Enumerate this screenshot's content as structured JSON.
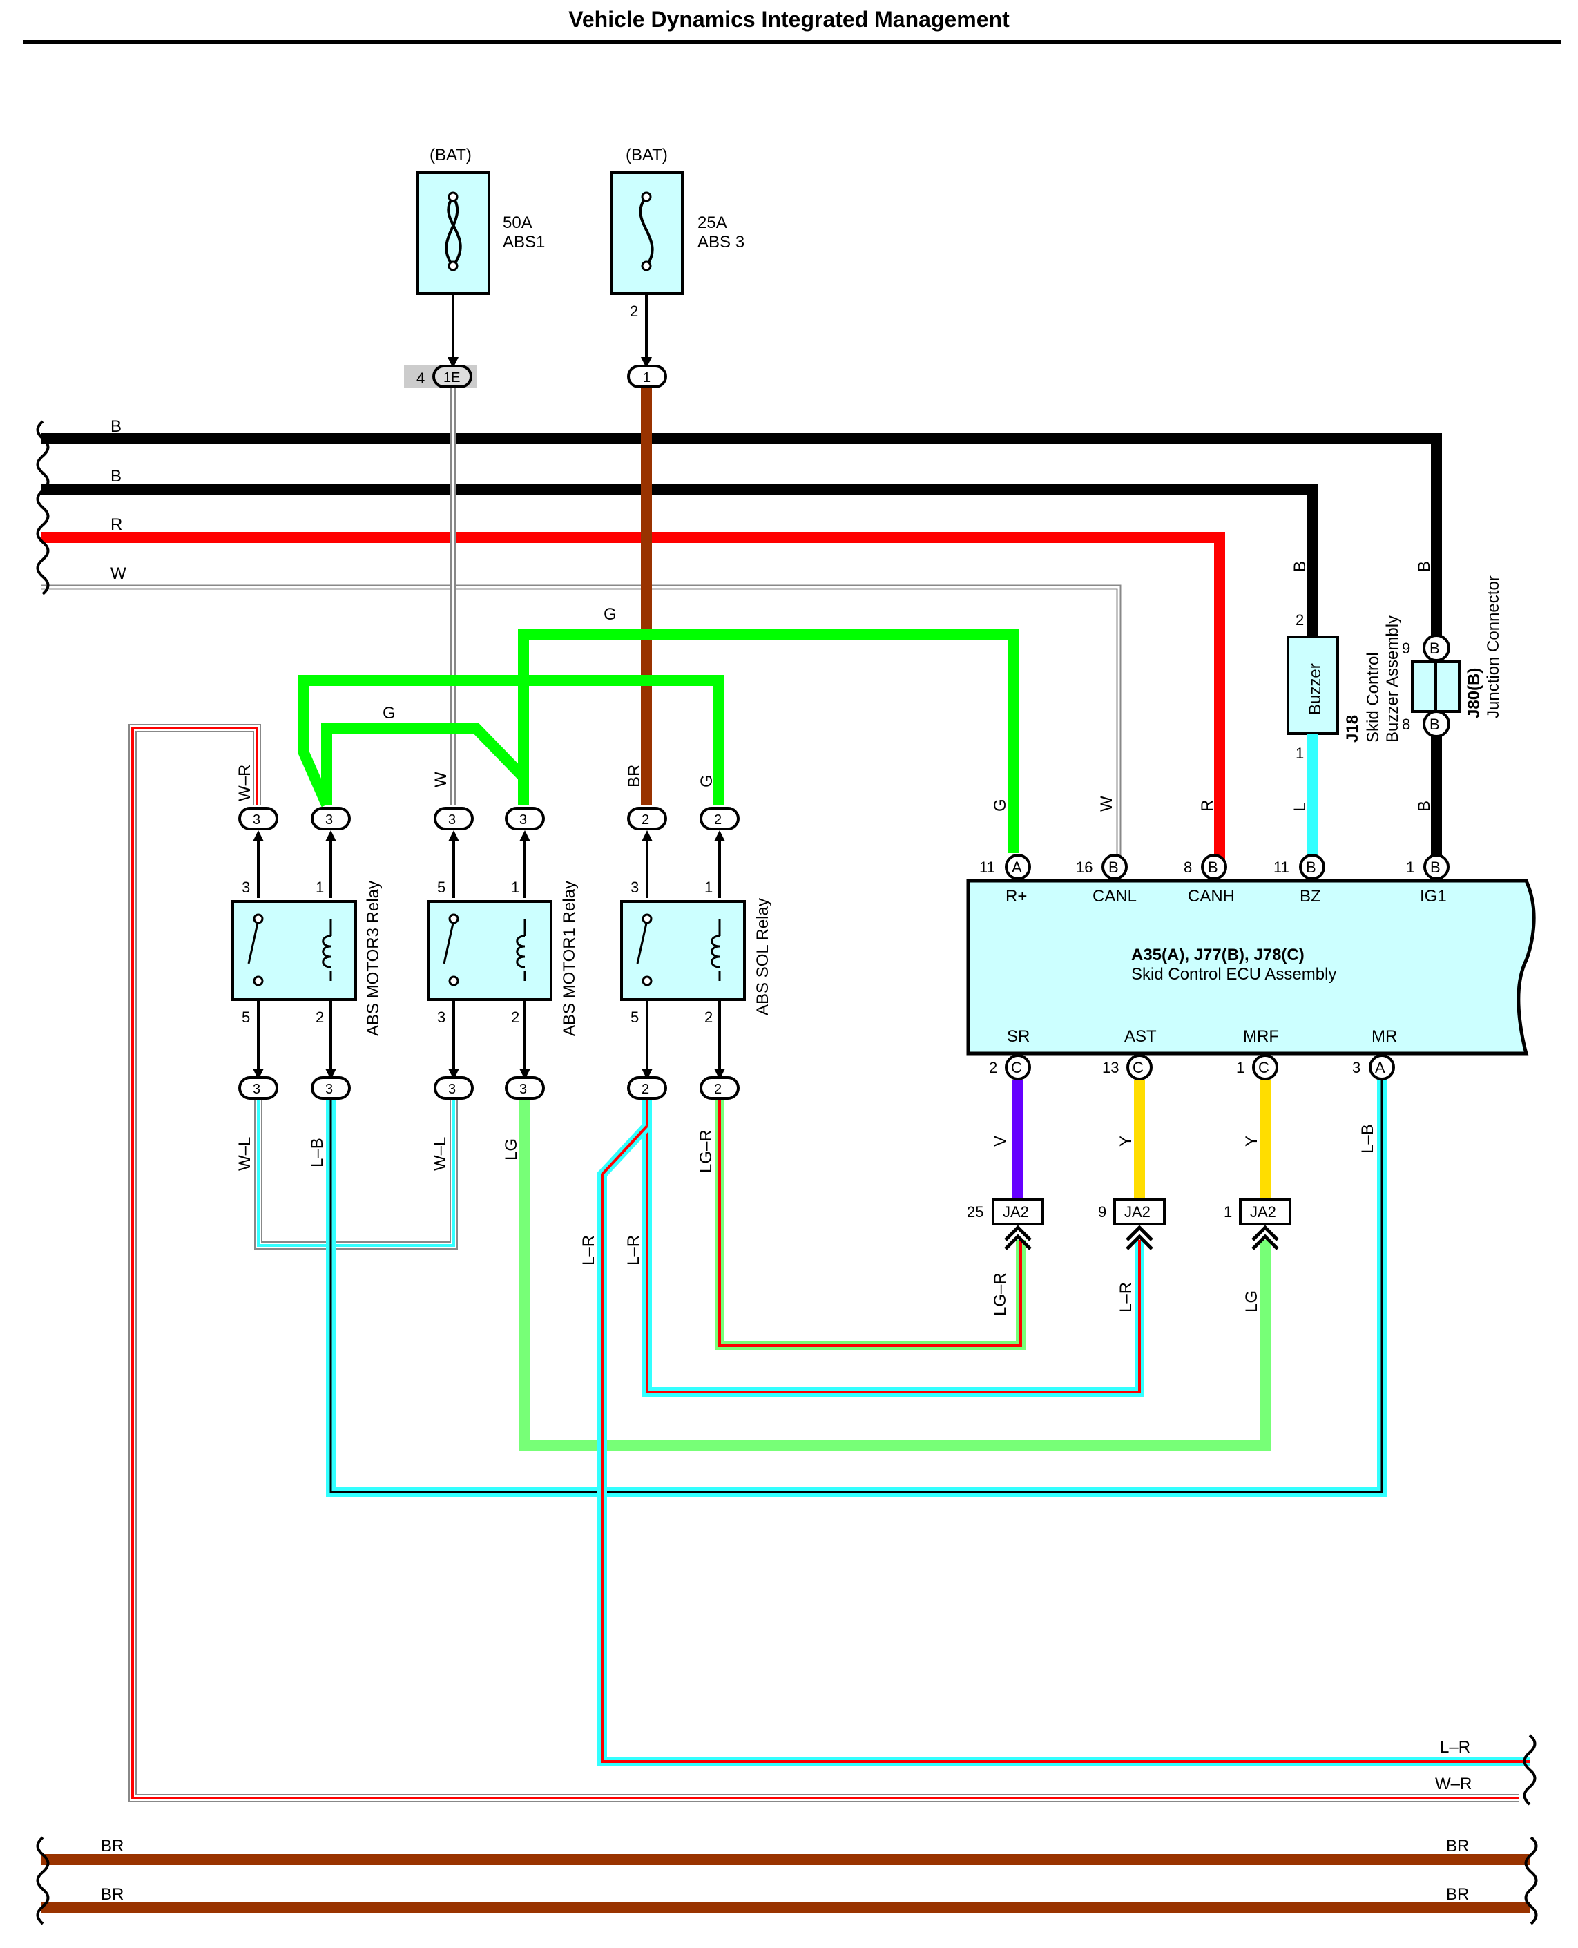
{
  "title": "Vehicle Dynamics Integrated Management",
  "colors": {
    "B": "#000000",
    "R": "#ff0000",
    "W": "#ffffff",
    "G": "#00ff00",
    "BR": "#993300",
    "L": "#33ffff",
    "V": "#6600ff",
    "Y": "#ffdd00",
    "LG": "#77ff77",
    "component_fill": "#ccffff",
    "connector_gray": "#cccccc"
  },
  "fuses": [
    {
      "id": "abs1",
      "source": "(BAT)",
      "amp": "50A",
      "name": "ABS1",
      "pin_out": ""
    },
    {
      "id": "abs3",
      "source": "(BAT)",
      "amp": "25A",
      "name": "ABS 3",
      "pin_out": "2"
    }
  ],
  "junction_1E": {
    "pin": "4",
    "label": "1E"
  },
  "junction_1": {
    "label": "1"
  },
  "left_buses": [
    {
      "label": "B",
      "color": "B"
    },
    {
      "label": "B",
      "color": "B"
    },
    {
      "label": "R",
      "color": "R"
    },
    {
      "label": "W",
      "color": "W"
    }
  ],
  "wire_labels": {
    "g_top": "G",
    "g_mid": "G",
    "wr": "W–R",
    "w": "W",
    "br": "BR",
    "g": "G",
    "ecu_g": "G",
    "ecu_w": "W",
    "ecu_r": "R",
    "ecu_l": "L",
    "ecu_b": "B",
    "bz_b": "B",
    "j80_b": "B",
    "wl1": "W–L",
    "lb": "L–B",
    "wl2": "W–L",
    "lg": "LG",
    "lr1": "L–R",
    "lr2": "L–R",
    "lgr": "LG–R",
    "v": "V",
    "y1": "Y",
    "y2": "Y",
    "lb_mr": "L–B",
    "ja2_lgr": "LG–R",
    "ja2_lr": "L–R",
    "ja2_lg": "LG"
  },
  "relays": [
    {
      "id": "motor3",
      "name": "ABS MOTOR3 Relay",
      "pins": [
        "3",
        "1",
        "5",
        "2"
      ],
      "conn_top": [
        "3",
        "3"
      ],
      "conn_bot": [
        "3",
        "3"
      ]
    },
    {
      "id": "motor1",
      "name": "ABS MOTOR1 Relay",
      "pins": [
        "5",
        "1",
        "3",
        "2"
      ],
      "conn_top": [
        "3",
        "3"
      ],
      "conn_bot": [
        "3",
        "3"
      ]
    },
    {
      "id": "sol",
      "name": "ABS SOL Relay",
      "pins": [
        "3",
        "1",
        "5",
        "2"
      ],
      "conn_top": [
        "2",
        "2"
      ],
      "conn_bot": [
        "2",
        "2"
      ]
    }
  ],
  "buzzer": {
    "label": "Buzzer",
    "id": "J18",
    "name1": "Skid Control",
    "name2": "Buzzer Assembly",
    "pin_top": "2",
    "pin_bot": "1"
  },
  "junction_connector": {
    "id": "J80(B)",
    "name": "Junction Connector",
    "pin_top": "9",
    "pin_bot": "8",
    "conn": "B"
  },
  "ecu": {
    "title": "A35(A), J77(B), J78(C)",
    "name": "Skid Control ECU Assembly",
    "top_pins": [
      {
        "num": "11",
        "conn": "A",
        "label": "R+"
      },
      {
        "num": "16",
        "conn": "B",
        "label": "CANL"
      },
      {
        "num": "8",
        "conn": "B",
        "label": "CANH"
      },
      {
        "num": "11",
        "conn": "B",
        "label": "BZ"
      },
      {
        "num": "1",
        "conn": "B",
        "label": "IG1"
      }
    ],
    "bottom_pins": [
      {
        "num": "2",
        "conn": "C",
        "label": "SR"
      },
      {
        "num": "13",
        "conn": "C",
        "label": "AST"
      },
      {
        "num": "1",
        "conn": "C",
        "label": "MRF"
      },
      {
        "num": "3",
        "conn": "A",
        "label": "MR"
      }
    ]
  },
  "ja2_connectors": [
    {
      "num": "25",
      "label": "JA2"
    },
    {
      "num": "9",
      "label": "JA2"
    },
    {
      "num": "1",
      "label": "JA2"
    }
  ],
  "right_exits": [
    {
      "label": "L–R"
    },
    {
      "label": "W–R"
    },
    {
      "label": "BR"
    },
    {
      "label": "BR"
    }
  ],
  "bottom_buses": [
    {
      "label_left": "BR",
      "label_right": "BR",
      "color": "BR"
    },
    {
      "label_left": "BR",
      "label_right": "BR",
      "color": "BR"
    }
  ]
}
